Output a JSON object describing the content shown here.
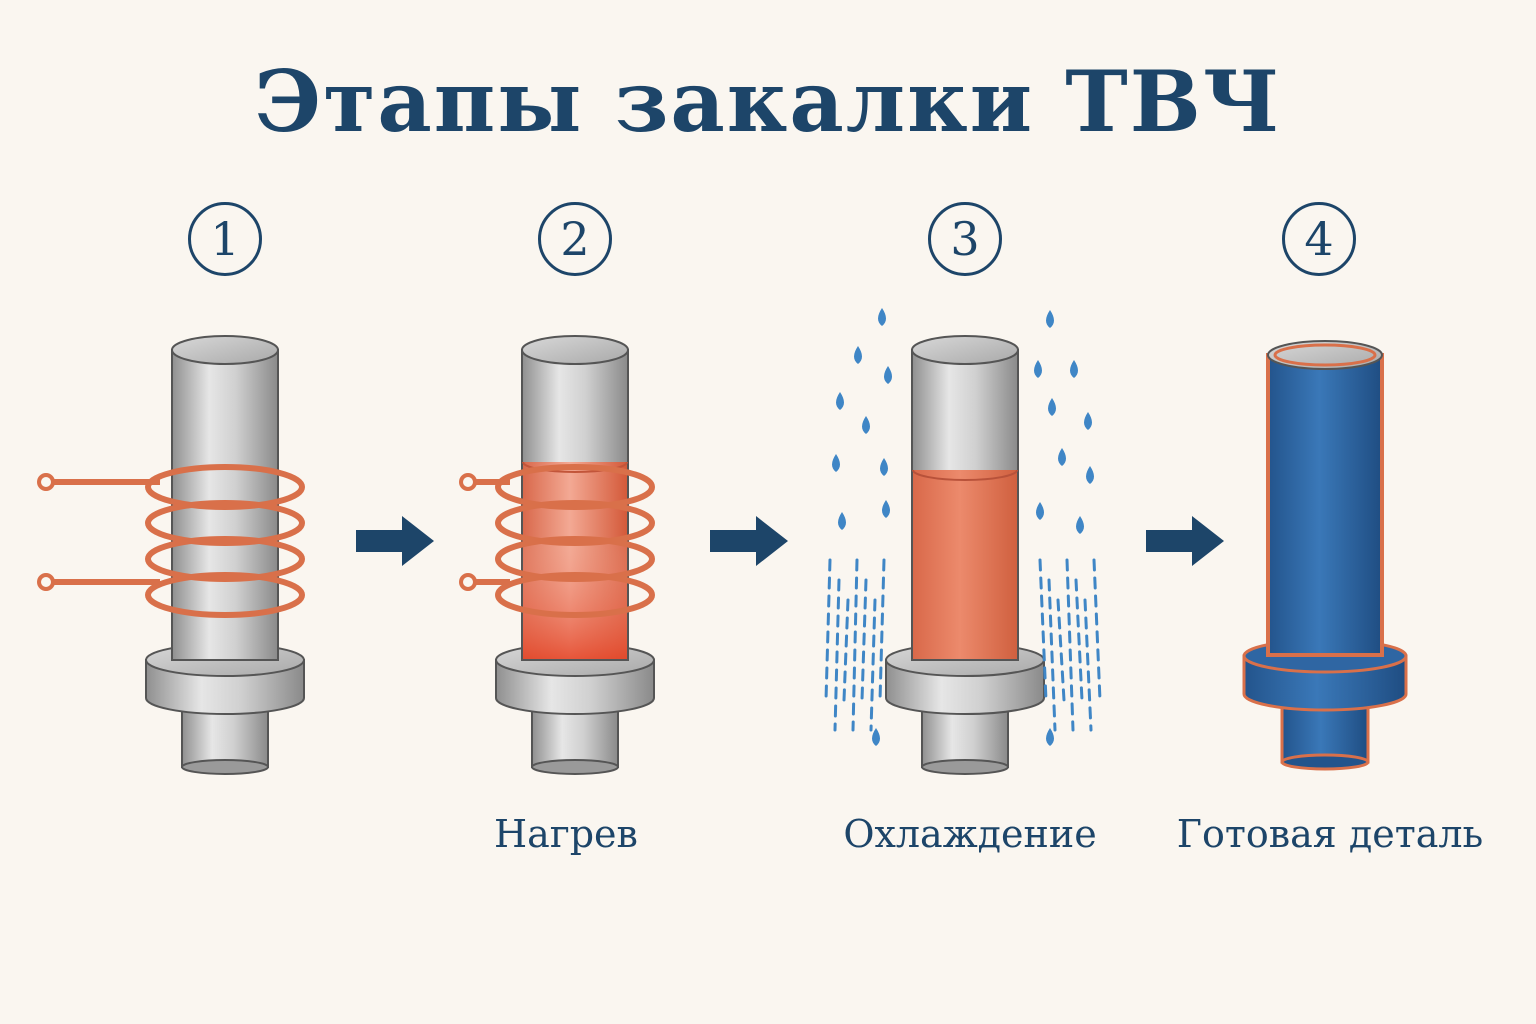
{
  "title": "Этапы закалки ТВЧ",
  "steps": [
    {
      "number": "1",
      "caption": ""
    },
    {
      "number": "2",
      "caption": "Нагрев"
    },
    {
      "number": "3",
      "caption": "Охлаждение"
    },
    {
      "number": "4",
      "caption": "Готовая деталь"
    }
  ],
  "colors": {
    "title": "#1d4569",
    "steel": "#c9c9c9",
    "coil": "#d9704a",
    "heated": "#e8785a",
    "hardened": "#2f6aa8",
    "water": "#3f86c6",
    "arrow": "#1d4569"
  }
}
